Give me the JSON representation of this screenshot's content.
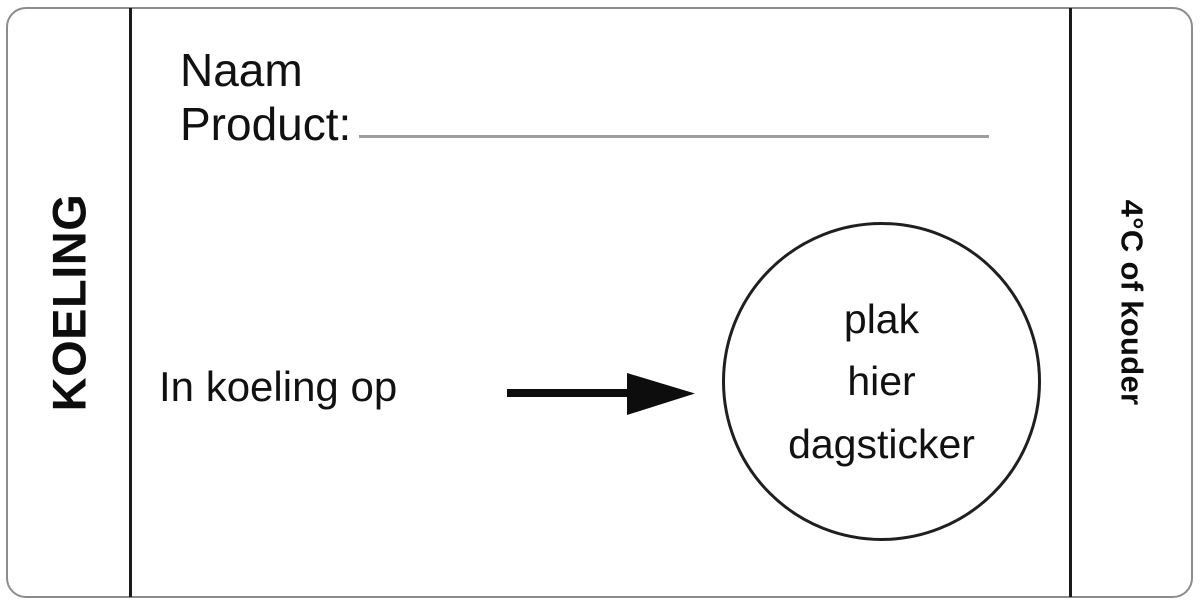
{
  "label": {
    "left_strip": {
      "text": "KOELING",
      "orientation": "rotated-90-ccw"
    },
    "right_strip": {
      "text": "4°C of kouder",
      "orientation": "rotated-90-cw"
    },
    "product_field": {
      "line1": "Naam",
      "line2": "Product:",
      "write_line": "",
      "write_line_placeholder": ""
    },
    "instruction": {
      "text": "In koeling op",
      "arrow_icon": "arrow-right-icon"
    },
    "sticker_spot": {
      "lines": [
        "plak",
        "hier",
        "dagsticker"
      ]
    }
  },
  "colors": {
    "card_border": "#8c8c8c",
    "divider": "#1a1a1a",
    "text": "#111111",
    "rule": "#9e9e9e",
    "circle_border": "#1f1f1f",
    "background": "#ffffff"
  }
}
